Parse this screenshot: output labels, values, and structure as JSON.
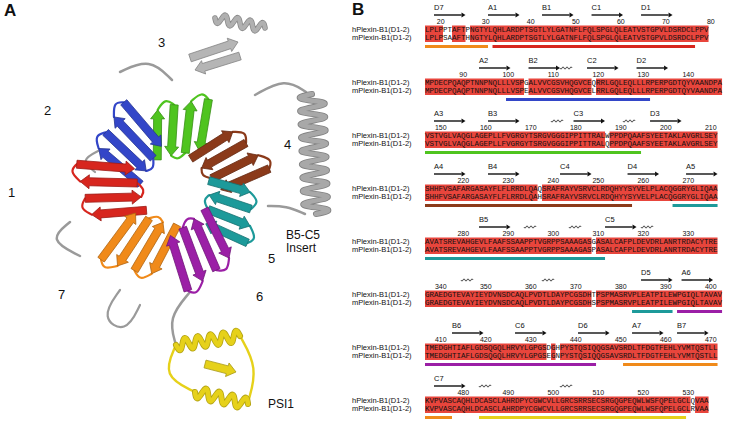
{
  "diagram": {
    "labels": [
      "A",
      "1",
      "2",
      "3",
      "4",
      "5",
      "6",
      "7",
      "B5-C5 Insert",
      "PSI1",
      "B",
      "D7",
      "A1",
      "B1",
      "C1",
      "D1",
      "20",
      "30",
      "40",
      "50",
      "60",
      "70",
      "80",
      "hPlexin-B1(D1-2)",
      "LPLPPTAFTPNGTYLQHLARDPTSGTLYLGATNFLFQLSPGLQLEATVSTGPVLDSRDCLPPV",
      "mPlexin-B1(D1-2)",
      "LPLPSAAFTHNGTYLQHLARDPTSGTLYLGATNFLFQLSPGLQLEATVSTGPVLDSRDCLPPV",
      "A2",
      "B2",
      "C2",
      "D2",
      "90",
      "100",
      "110",
      "120",
      "130",
      "140",
      "hPlexin-B1(D1-2)",
      "MPDECPQAQPTNNPNQLLLVSPGALVVCGSVHQGVCEQRRLGQLEQLLLRPERPGDTQYVAANDPA",
      "mPlexin-B1(D1-2)",
      "MPDECPQAQPTNNPNQLLLVSPEALVVCGSVHQGVCELRRLGQLEQLLLRPERPGDTQYVAANDPA",
      "A3",
      "B3",
      "C3",
      "D3",
      "150",
      "160",
      "170",
      "180",
      "190",
      "200",
      "210",
      "hPlexin-B1(D1-2)",
      "VSTVGLVAQGLAGEPLLFVGRGYTSRGVGGGIPPITTRALWPPDPQAAFSYEETAKLAVGRLSEY",
      "mPlexin-B1(D1-2)",
      "VSTVGLVAQGLAGEPLLFVGRGYTSRGVGGGIPPITTRALQPPDPQAAFSYEETAKLAVGRLSEY",
      "A4",
      "B4",
      "C4",
      "D4",
      "A5",
      "220",
      "230",
      "240",
      "250",
      "260",
      "270",
      "hPlexin-B1(D1-2)",
      "SHHFVSAFARGASAYFLFLRRDLQAQSRAFRAYVSRVCLRDQHYYSYVELPLACQGGRYGLIQAA",
      "mPlexin-B1(D1-2)",
      "SHHFVSAFARGASAYFLFLRRDLQAHSRAFRAYVSRVCLRDQHYYSYVELPLACQGGRYGLIQAA",
      "B5",
      "C5",
      "280",
      "290",
      "300",
      "310",
      "320",
      "330",
      "hPlexin-B1(D1-2)",
      "AVATSREVAHGEVLFAAFSSAAPPTVGRPPSAAAGASGASALCAFPLDEVDRLANRTRDACYTRE",
      "mPlexin-B1(D1-2)",
      "AVATSREVAHGEVLFAAFSSAAPPTVGRPPSAAAGASPASALCAFPLDEVDRLANRTRDACYTRE",
      "D5",
      "A6",
      "340",
      "350",
      "360",
      "370",
      "380",
      "390",
      "400",
      "hPlexin-B1(D1-2)",
      "GRAEDGTEVAYIEYDVNSDCAQLPVDTLDAYPCGSDHTPSPMASRVPLEATPILEWPGIQLTAVAV",
      "mPlexin-B1(D1-2)",
      "GRAEDGTEVAYIEYDVNSDCAQLPVDTLDAYPCGSDHSPSPMASRVPLEATPILEWPGIQLTAVAV",
      "B6",
      "C6",
      "D6",
      "A7",
      "B7",
      "410",
      "420",
      "430",
      "440",
      "450",
      "460",
      "470",
      "hPlexin-B1(D1-2)",
      "TMEDGHTIAFLGDSQGQLHRVYLGPGSDGHPYSTQSIQQGSAVSRDLTFDGTFEHLYVMTQSTLL",
      "mPlexin-B1(D1-2)",
      "TMEDGHTIAFLGDSQGQLHRVYLGPGSEGNPYSTQSIQQGSAVSRDLTFDGTFEHLYVMTQSTLL",
      "C7",
      "480",
      "490",
      "500",
      "510",
      "520",
      "530",
      "hPlexin-B1(D1-2)",
      "KVPVASCAQHLDCASCLAHRDPYCGWCVLLGRCSRRSECSRGQGPEQWLWSFQPELGCLQVAA",
      "mPlexin-B1(D1-2)",
      "KVPVASCAQHLDCASCLAHRDPYCGWCVLLGRCSRRSECSRGQGPEQWLWSFQPELGCLRVAA"
    ]
  }
}
